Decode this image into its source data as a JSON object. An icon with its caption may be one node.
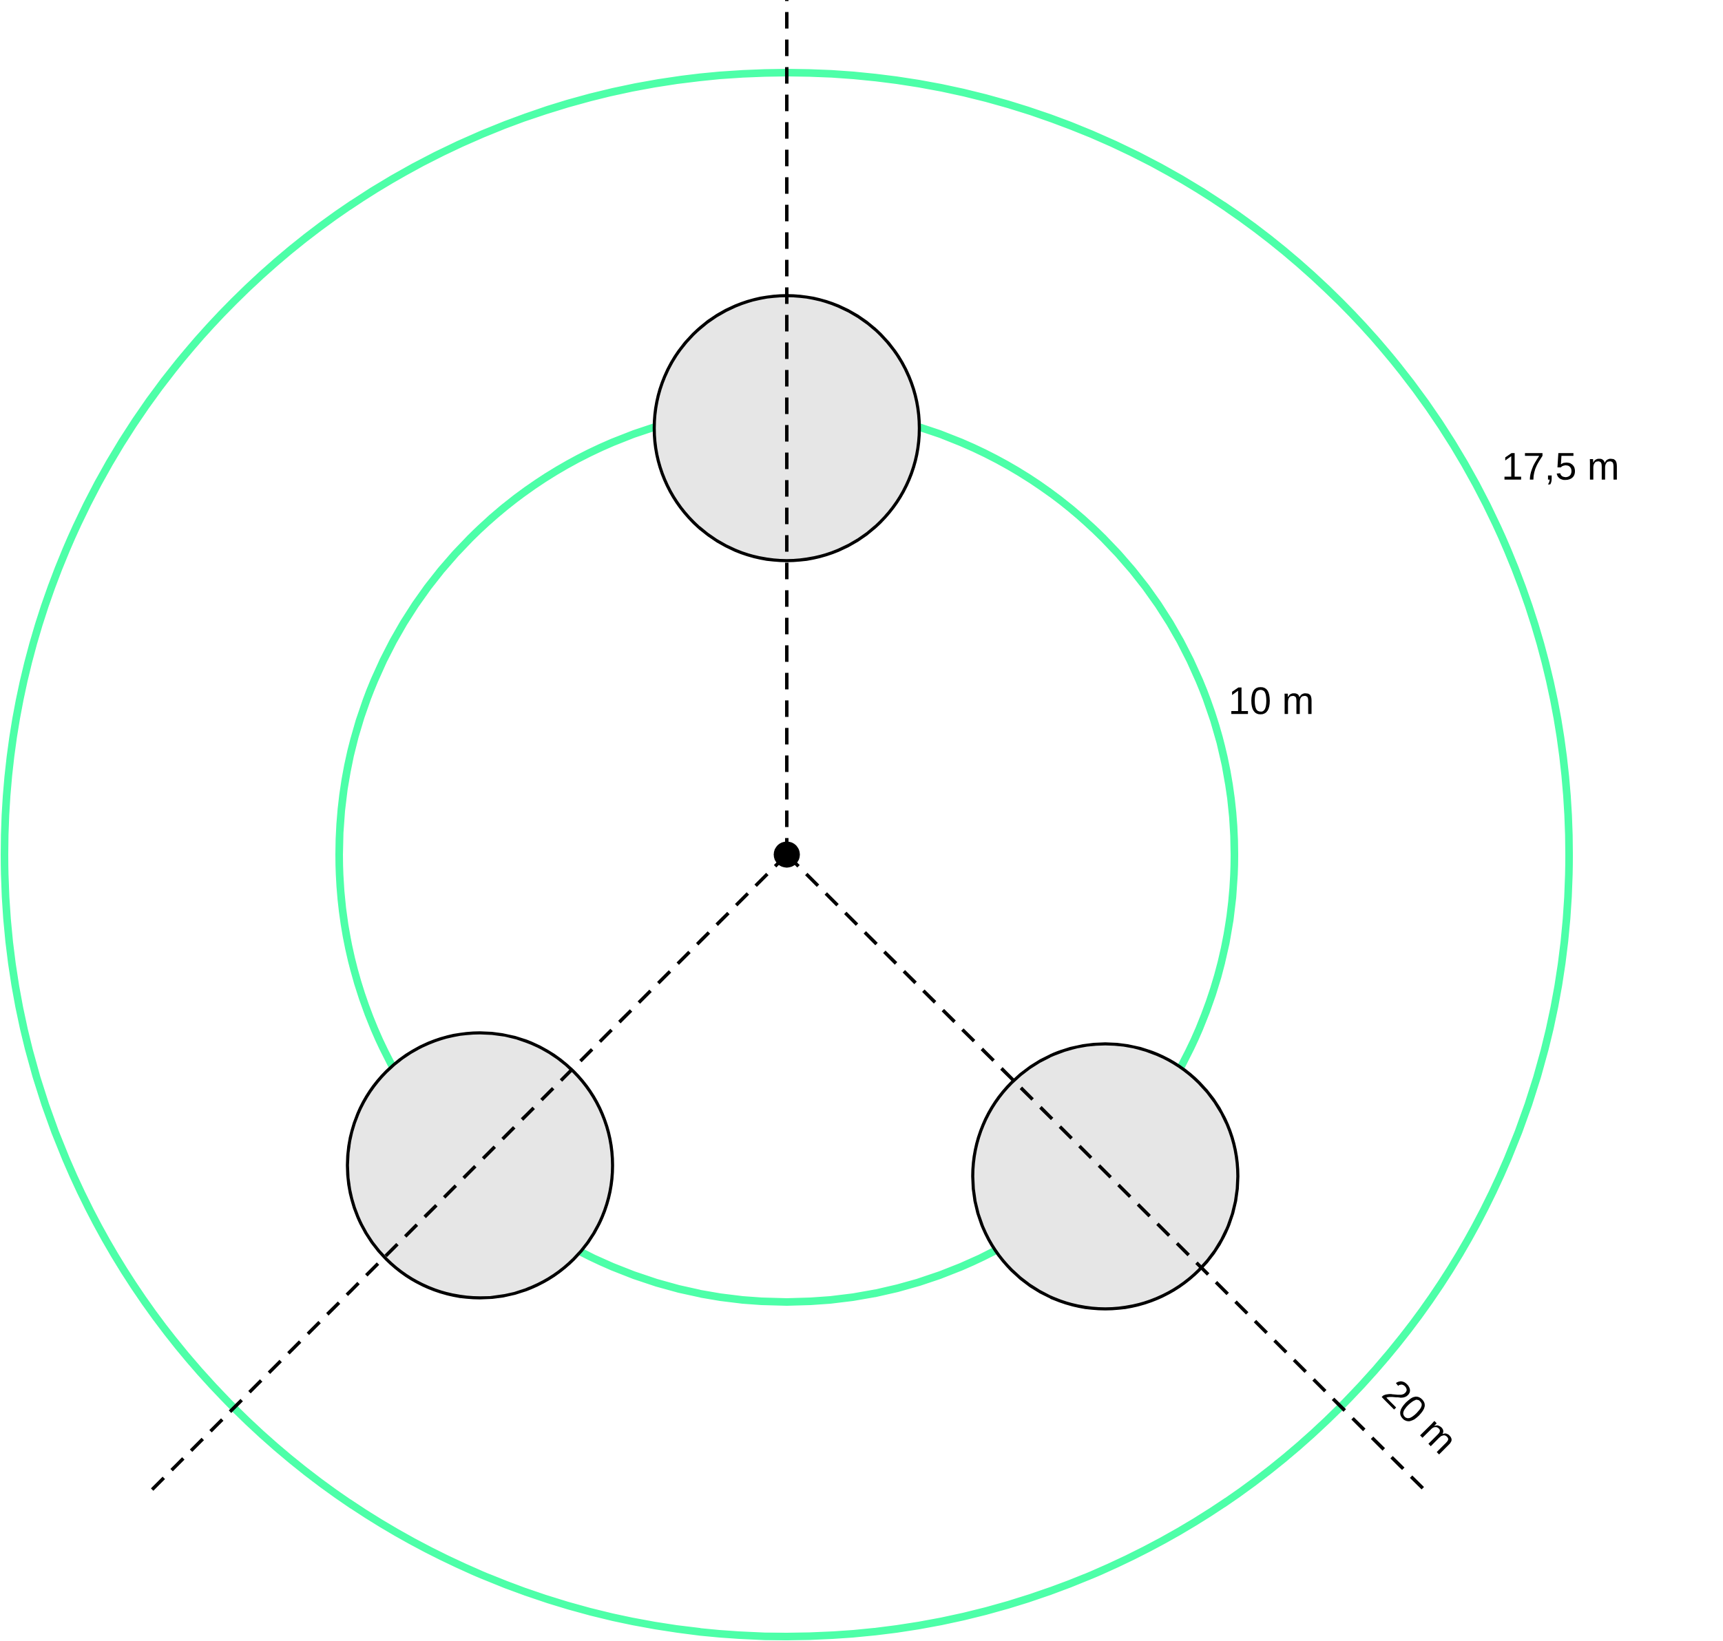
{
  "diagram": {
    "nodes": [
      {
        "text": [],
        "shape": "circle"
      },
      {
        "text": [],
        "shape": "circle"
      },
      {
        "text": [],
        "shape": "circle"
      }
    ],
    "labels": [
      "17,5 m",
      "10 m",
      "20 m"
    ]
  }
}
